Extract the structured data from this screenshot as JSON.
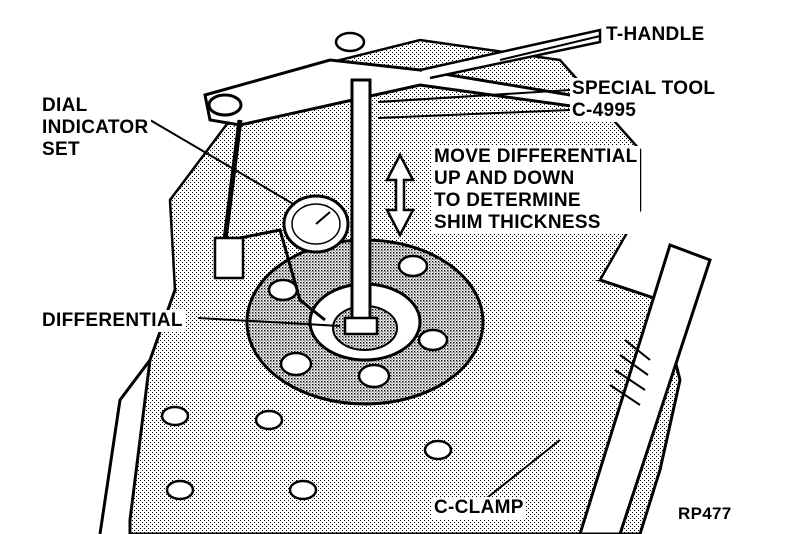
{
  "labels": {
    "t_handle": "T-HANDLE",
    "special_tool": [
      "SPECIAL TOOL",
      "C-4995"
    ],
    "dial_indicator": [
      "DIAL",
      "INDICATOR",
      "SET"
    ],
    "instruction": [
      "MOVE DIFFERENTIAL",
      "UP AND DOWN",
      "TO DETERMINE",
      "SHIM THICKNESS"
    ],
    "differential": "DIFFERENTIAL",
    "c_clamp": "C-CLAMP",
    "figure_ref": "RP477"
  }
}
